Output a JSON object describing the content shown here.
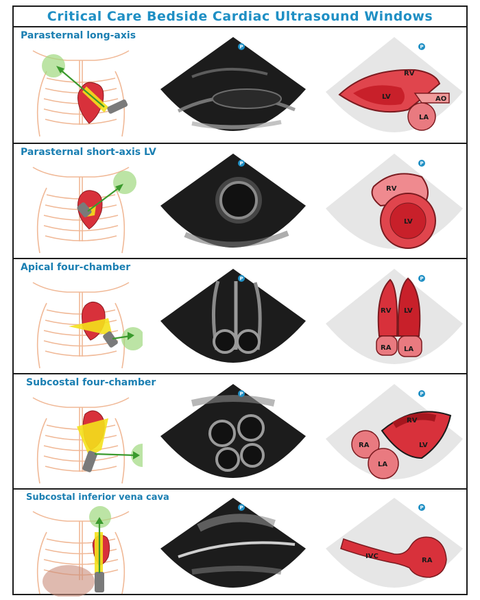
{
  "title": "Critical Care Bedside Cardiac Ultrasound Windows",
  "badge_glyph": "P",
  "colors": {
    "accent": "#1f8fc4",
    "heart_red": "#d8313b",
    "probe_yellow": "#f4e11c",
    "arrow_green": "#3a9a2d",
    "window_green": "#9fd87f",
    "rib_peach": "#f3c9a8",
    "fan_gray": "#e6e6e6"
  },
  "views": [
    {
      "label": "Parasternal long-axis",
      "icon": "parasternal-long-axis",
      "chambers": [
        "RV",
        "LV",
        "AO",
        "LA"
      ]
    },
    {
      "label": "Parasternal short-axis LV",
      "icon": "parasternal-short-axis",
      "chambers": [
        "RV",
        "LV"
      ]
    },
    {
      "label": "Apical four-chamber",
      "icon": "apical-four-chamber",
      "chambers": [
        "RV",
        "LV",
        "RA",
        "LA"
      ]
    },
    {
      "label": "Subcostal four-chamber",
      "icon": "subcostal-four-chamber",
      "chambers": [
        "RV",
        "RA",
        "LV",
        "LA"
      ]
    },
    {
      "label": "Subcostal inferior vena cava",
      "icon": "subcostal-ivc",
      "chambers": [
        "IVC",
        "RA"
      ]
    }
  ]
}
